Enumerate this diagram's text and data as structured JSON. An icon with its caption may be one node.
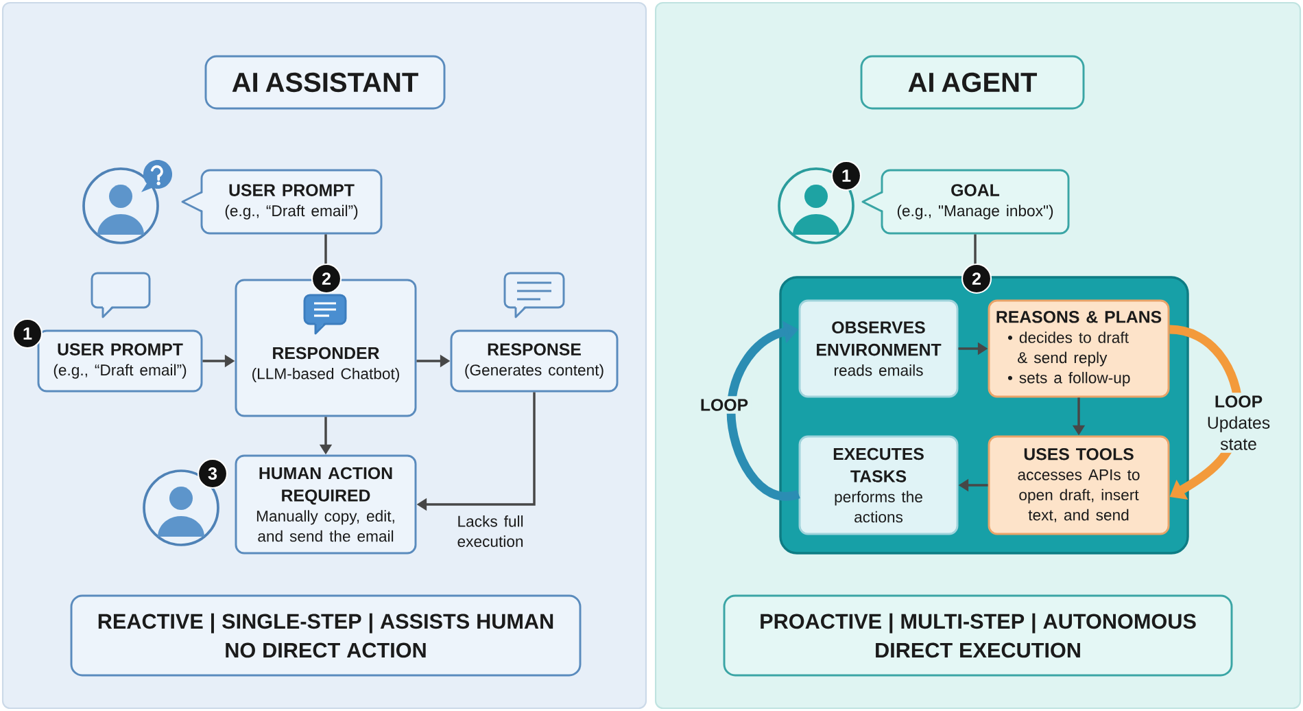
{
  "diagram": {
    "nodes": [
      {
        "text": [
          "AI ASSISTANT"
        ]
      },
      {
        "text": [
          "USER PROMPT",
          "(e.g., “Draft email”)"
        ]
      },
      {
        "text": [
          "USER PROMPT",
          "(e.g., “Draft email”)"
        ]
      },
      {
        "text": [
          "RESPONDER",
          "(LLM-based Chatbot)"
        ]
      },
      {
        "text": [
          "RESPONSE",
          "(Generates content)"
        ]
      },
      {
        "text": [
          "HUMAN ACTION REQUIRED",
          "Manually copy, edit, and send the email"
        ]
      },
      {
        "text": [
          "REACTIVE | SINGLE-STEP | ASSISTS HUMAN",
          "NO DIRECT ACTION"
        ]
      },
      {
        "text": [
          "AI AGENT"
        ]
      },
      {
        "text": [
          "GOAL",
          "(e.g., \"Manage inbox\")"
        ]
      },
      {
        "text": [],
        "shape": "box"
      },
      {
        "text": [
          "OBSERVES ENVIRONMENT",
          "reads emails"
        ],
        "in": 9
      },
      {
        "text": [
          "REASONS & PLANS",
          "• decides to draft & send reply",
          "• sets a follow-up"
        ],
        "in": 9
      },
      {
        "text": [
          "EXECUTES TASKS",
          "performs the actions"
        ],
        "in": 9
      },
      {
        "text": [
          "USES TOOLS",
          "accesses APIs to open draft, insert text, and send"
        ],
        "in": 9
      },
      {
        "text": [
          "PROACTIVE | MULTI-STEP | AUTONOMOUS",
          "DIRECT EXECUTION"
        ]
      }
    ],
    "edges": [
      {
        "from": 1,
        "to": 3,
        "arrow": "none"
      },
      {
        "from": 2,
        "to": 3,
        "arrow": "to"
      },
      {
        "from": 3,
        "to": 4,
        "arrow": "to"
      },
      {
        "from": 3,
        "to": 5,
        "arrow": "to"
      },
      {
        "from": 4,
        "to": 5,
        "arrow": "to",
        "label": "Lacks full execution"
      },
      {
        "from": 8,
        "to": 9,
        "arrow": "none"
      },
      {
        "from": 10,
        "to": 11,
        "arrow": "to"
      },
      {
        "from": 11,
        "to": 13,
        "arrow": "to"
      },
      {
        "from": 13,
        "to": 12,
        "arrow": "to"
      },
      {
        "from": 12,
        "to": 10,
        "arrow": "to",
        "label": "LOOP",
        "style": "thick",
        "color": "#2b8db3"
      },
      {
        "from": 11,
        "to": 13,
        "arrow": "to",
        "label": "**LOOP** Updates state",
        "style": "thick",
        "color": "#f39a3b"
      }
    ],
    "labels": [
      "2",
      "1",
      "3",
      "1",
      "2"
    ]
  }
}
